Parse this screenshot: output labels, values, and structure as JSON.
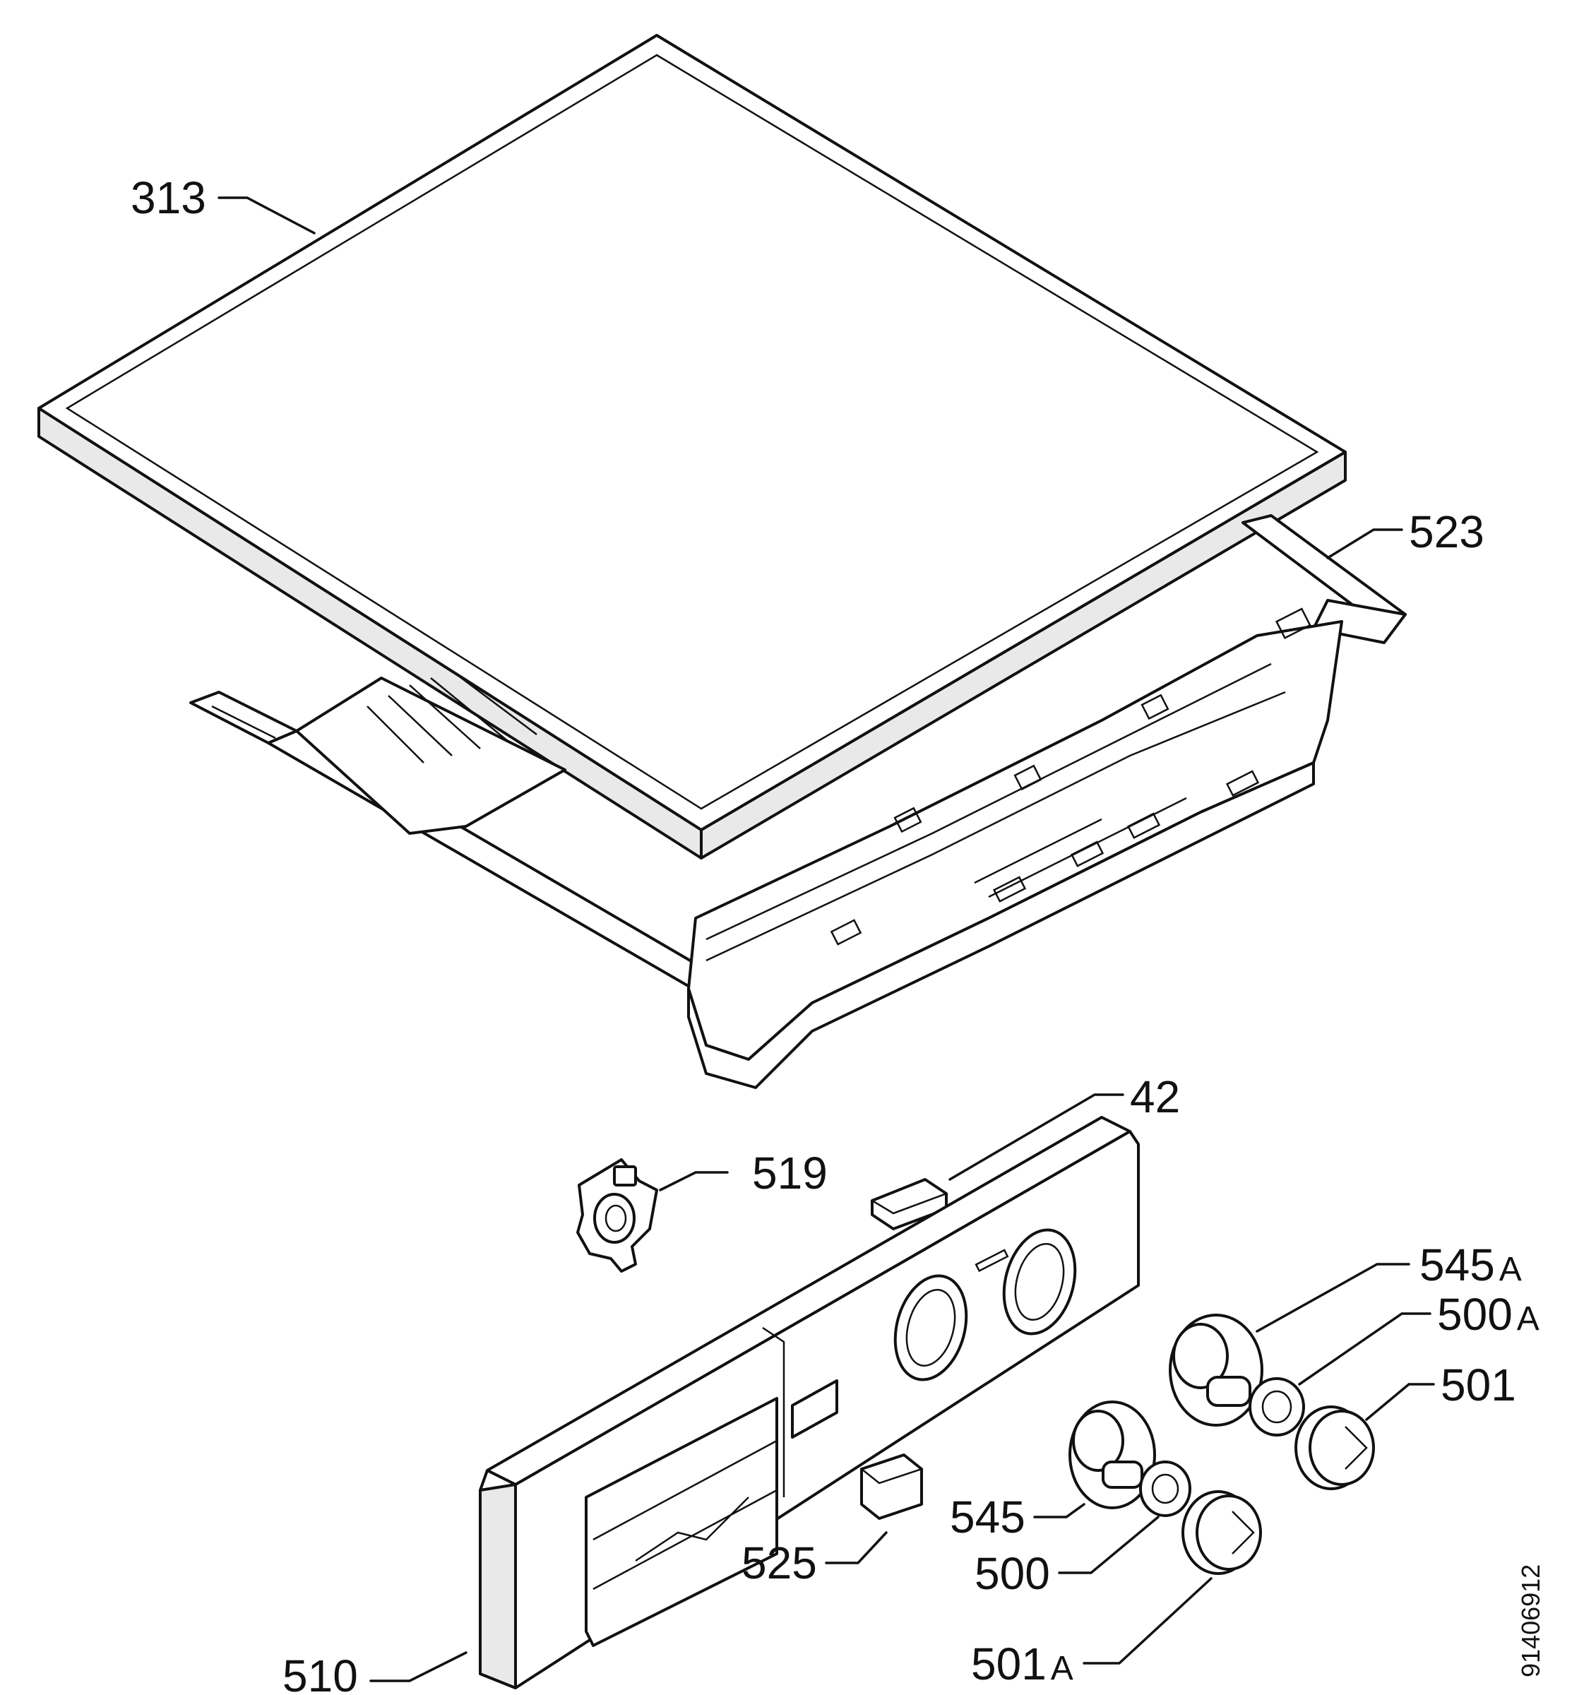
{
  "drawing_number": "91406912",
  "callouts": [
    {
      "id": "313",
      "number": "313",
      "suffix": ""
    },
    {
      "id": "523",
      "number": "523",
      "suffix": ""
    },
    {
      "id": "42",
      "number": "42",
      "suffix": ""
    },
    {
      "id": "519",
      "number": "519",
      "suffix": ""
    },
    {
      "id": "545a",
      "number": "545",
      "suffix": "A"
    },
    {
      "id": "500a",
      "number": "500",
      "suffix": "A"
    },
    {
      "id": "501",
      "number": "501",
      "suffix": ""
    },
    {
      "id": "545",
      "number": "545",
      "suffix": ""
    },
    {
      "id": "525",
      "number": "525",
      "suffix": ""
    },
    {
      "id": "500",
      "number": "500",
      "suffix": ""
    },
    {
      "id": "501a",
      "number": "501",
      "suffix": "A"
    },
    {
      "id": "510",
      "number": "510",
      "suffix": ""
    }
  ]
}
